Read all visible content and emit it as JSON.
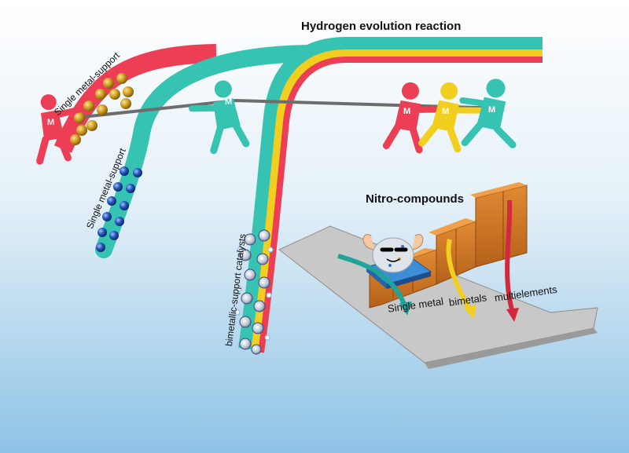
{
  "title": "Hydrogen evolution reaction",
  "subtitle": "Nitro-compounds",
  "band_labels": {
    "red": "Single metal-support",
    "teal": "Single metal-support",
    "tricolor": "bimetallic-support catalysts"
  },
  "steps": [
    "Single metal",
    "bimetals",
    "multielements"
  ],
  "figure_letter": "M",
  "colors": {
    "red": "#ec3f55",
    "teal": "#36c3b2",
    "yellow": "#f2cf1f",
    "brick": "#d07a27",
    "gold_particle": "#c99313",
    "blue_particle": "#1f4fb0",
    "bg_top": "#ffffff",
    "bg_bottom": "#8ec3e6"
  },
  "icons": [
    "rope-icon",
    "tug-of-war-figure-icon",
    "muscle-catalyst-icon",
    "arrow-icon"
  ]
}
